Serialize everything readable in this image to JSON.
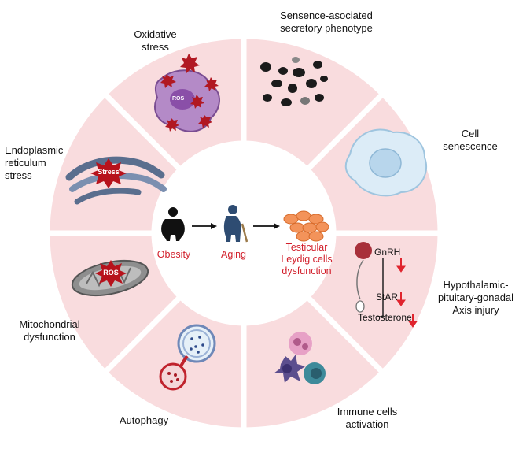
{
  "center": {
    "obesity": "Obesity",
    "aging": "Aging",
    "outcome": "Testicular\nLeydig cells\ndysfunction"
  },
  "segments": {
    "oxidative_stress": "Oxidative\nstress",
    "sasp": "Sensence-asociated\nsecretory phenotype",
    "cell_senescence": "Cell\nsenescence",
    "hpg_axis": "Hypothalamic-\npituitary-gonadal\nAxis injury",
    "immune": "Immune cells\nactivation",
    "autophagy": "Autophagy",
    "mito": "Mitochondrial\ndysfunction",
    "er_stress": "Endoplasmic\nreticulum\nstress"
  },
  "icon_text": {
    "ros_small": "ROS",
    "er_badge": "Stress",
    "mito_badge": "ROS"
  },
  "hpg_labels": {
    "gnrh": "GnRH",
    "star": "StAR",
    "testosterone": "Testosterone"
  },
  "colors": {
    "ring": "#f9dcde",
    "ring_stroke": "#ffffff",
    "center_text": "#d21f2b",
    "down_arrow": "#e0242e"
  }
}
